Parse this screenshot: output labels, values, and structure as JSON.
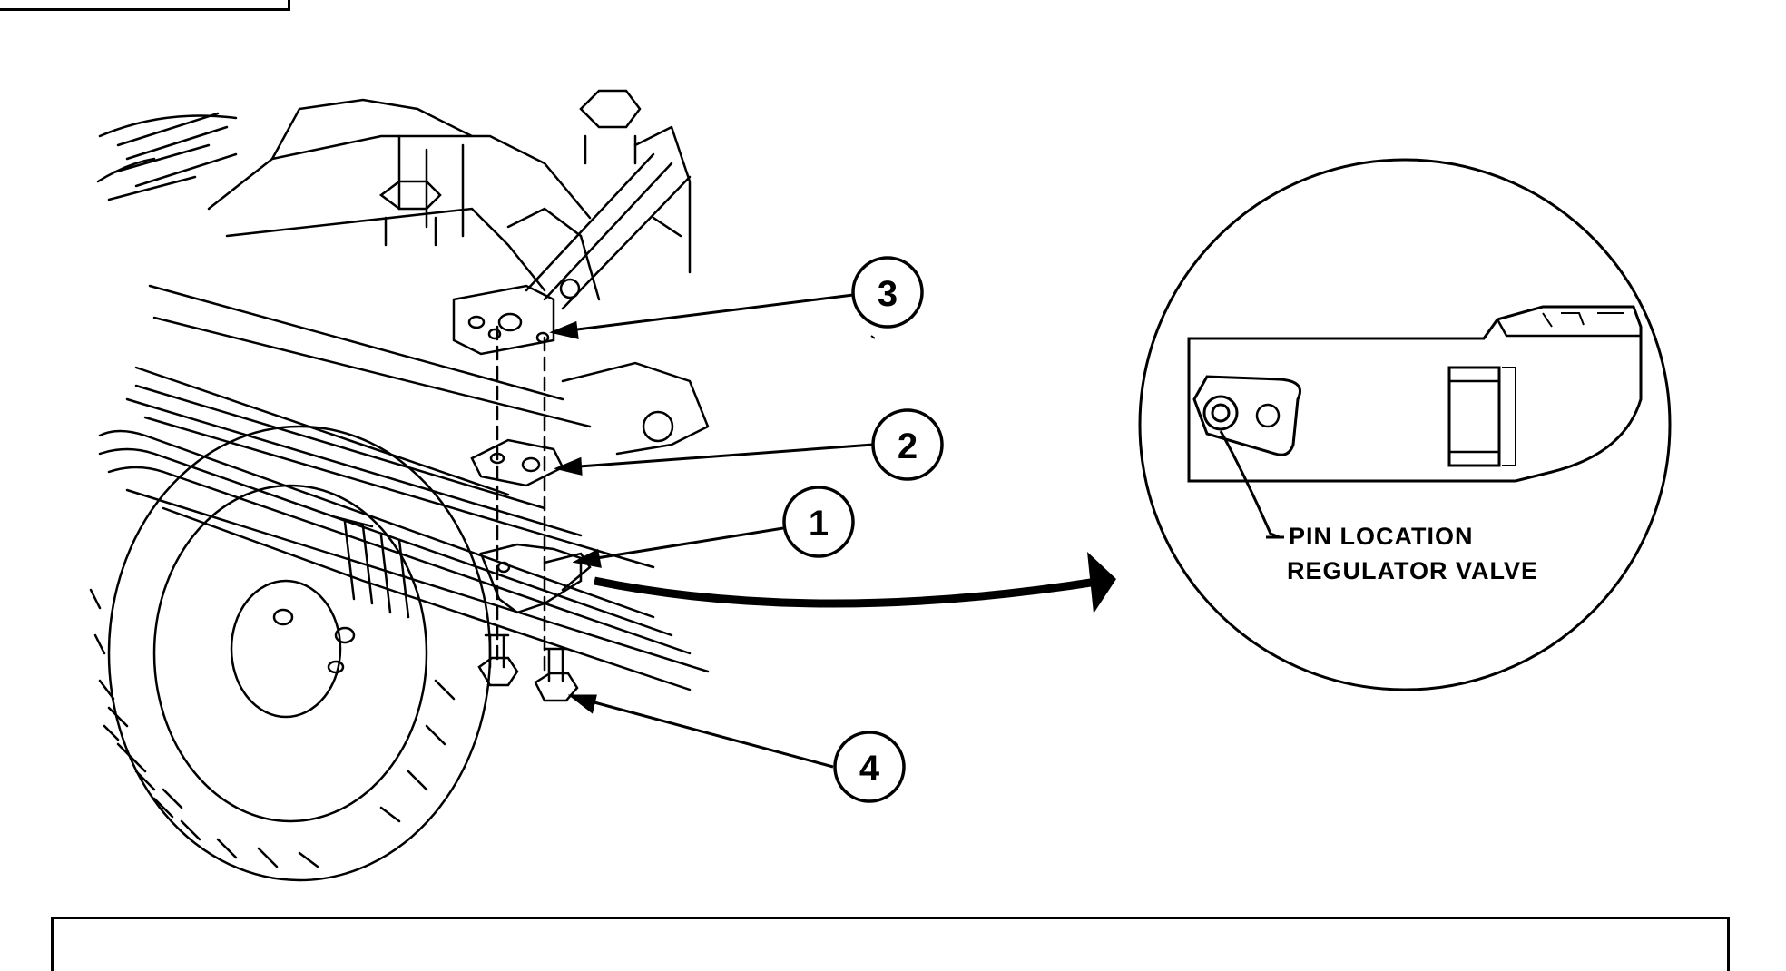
{
  "callouts": {
    "c1": "1",
    "c2": "2",
    "c3": "3",
    "c4": "4"
  },
  "detail": {
    "line1": "PIN LOCATION",
    "line2": "REGULATOR VALVE"
  }
}
